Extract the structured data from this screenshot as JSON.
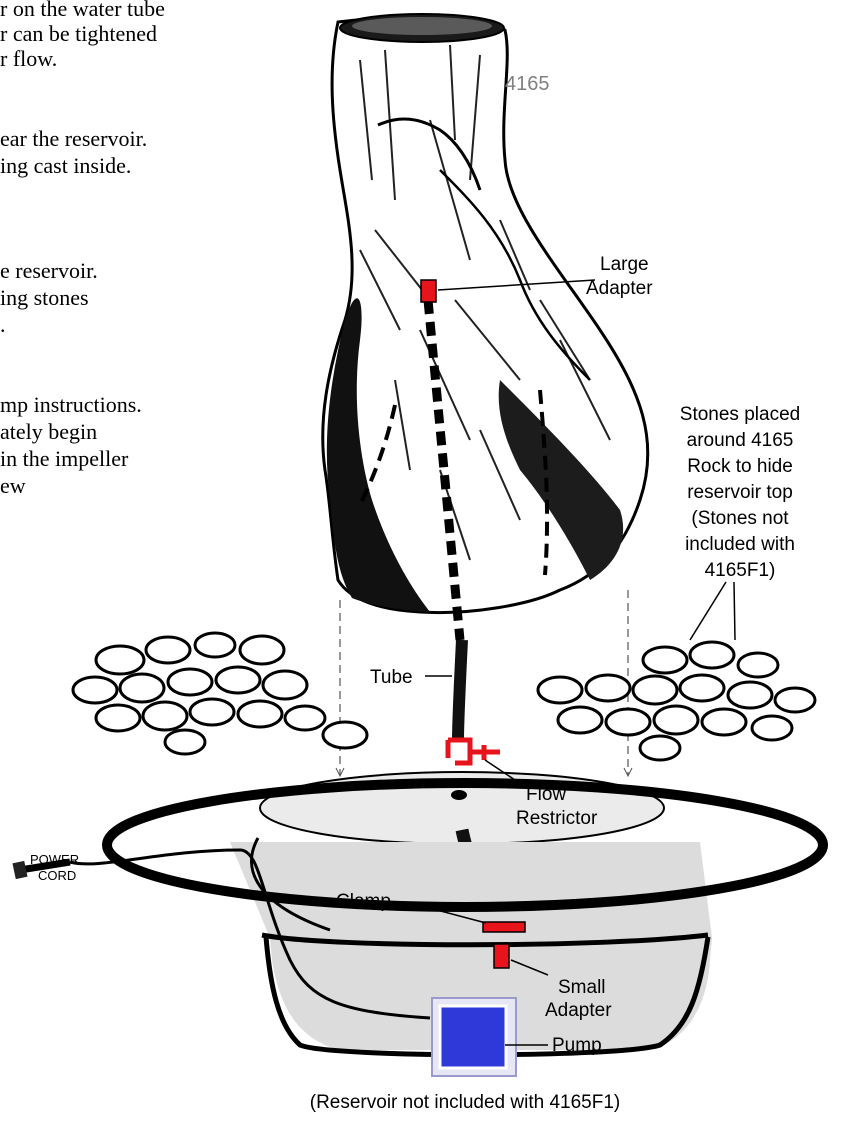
{
  "instructions": [
    "r on the water tube",
    "r can be tightened",
    "r flow.",
    "ear the reservoir.",
    "ing cast inside.",
    "e reservoir.",
    "ing stones",
    ".",
    "mp instructions.",
    "ately begin",
    "in the impeller",
    "ew"
  ],
  "labels": {
    "model_number": "4165",
    "large_adapter": [
      "Large",
      "Adapter"
    ],
    "stones_note": [
      "Stones placed",
      "around 4165",
      "Rock to hide",
      "reservoir top",
      "(Stones not",
      "included with",
      "4165F1)"
    ],
    "tube": "Tube",
    "flow_restrictor": [
      "Flow",
      "Restrictor"
    ],
    "power_cord": [
      "POWER",
      "CORD"
    ],
    "clamp": "Clamp",
    "small_adapter": [
      "Small",
      "Adapter"
    ],
    "pump": "Pump",
    "reservoir_note": "(Reservoir not included with 4165F1)"
  },
  "colors": {
    "adapter_red": "#e8141c",
    "pump_blue": "#2f38d8",
    "reservoir_grey": "#dcdcdc"
  }
}
